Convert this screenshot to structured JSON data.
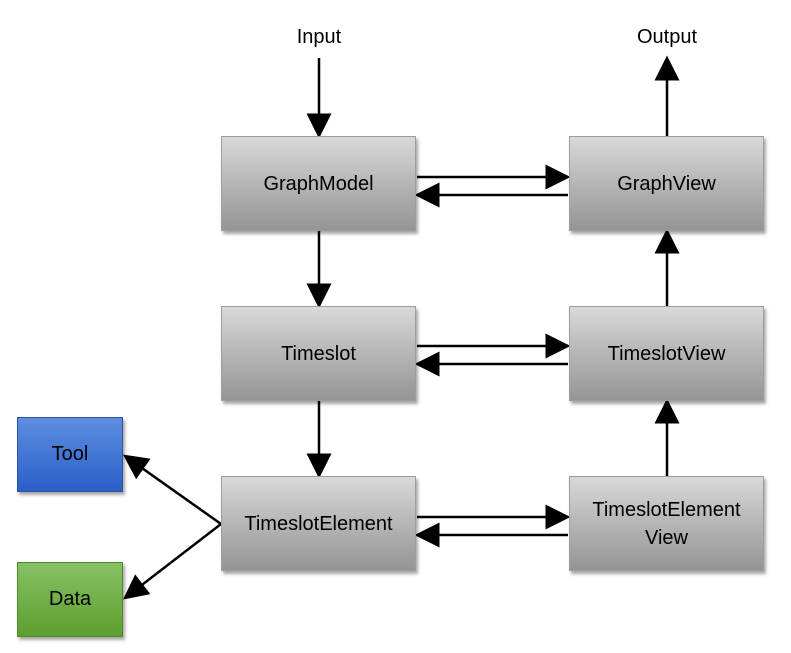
{
  "labels": {
    "input": "Input",
    "output": "Output"
  },
  "nodes": {
    "graphmodel": "GraphModel",
    "graphview": "GraphView",
    "timeslot": "Timeslot",
    "timeslotview": "TimeslotView",
    "timeslotelement": "TimeslotElement",
    "timeslotelementview": "TimeslotElement\nView",
    "tool": "Tool",
    "data": "Data"
  },
  "colors": {
    "node_gray": "#b9b9b9",
    "tool_blue": "#2a5fc9",
    "data_green": "#5c9f2f",
    "arrow": "#000000"
  }
}
